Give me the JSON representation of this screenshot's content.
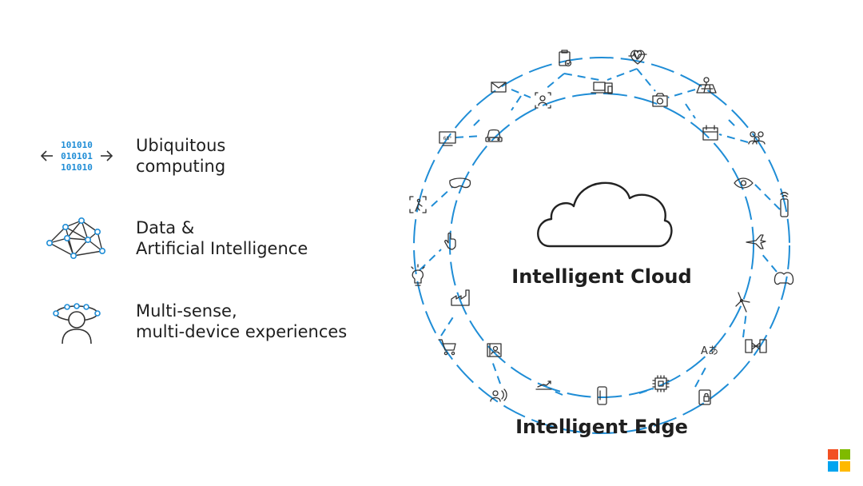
{
  "features": [
    {
      "lines": [
        "Ubiquitous",
        "computing"
      ],
      "icon": "binary-arrows-icon"
    },
    {
      "lines": [
        "Data &",
        "Artificial Intelligence"
      ],
      "icon": "network-graph-icon"
    },
    {
      "lines": [
        "Multi-sense,",
        "multi-device experiences"
      ],
      "icon": "person-orbit-icon"
    }
  ],
  "binary_icon_rows": [
    "101010",
    "010101",
    "101010"
  ],
  "diagram": {
    "center_label": "Intelligent Cloud",
    "bottom_label": "Intelligent Edge",
    "ring_color": "#1f8dd6",
    "icon_color": "#333333",
    "icon_badges": {
      "display_label": "68°",
      "translate_label": "Aあ"
    }
  },
  "brand_colors": [
    "#f25022",
    "#7fba00",
    "#00a4ef",
    "#ffb900"
  ]
}
